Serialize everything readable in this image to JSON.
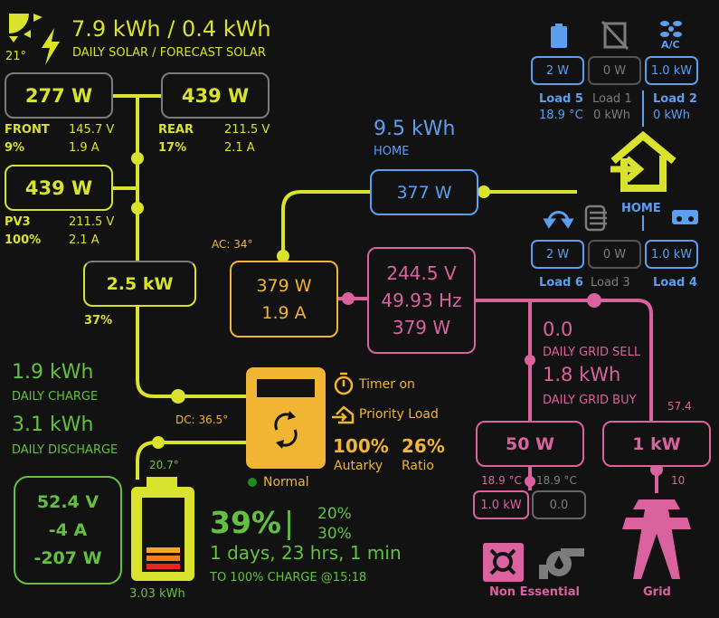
{
  "colors": {
    "solar": "#d9e22c",
    "battery": "#64c13f",
    "inverter": "#f0b532",
    "grid": "#d9629f",
    "load": "#5d9fef",
    "inactive": "#7c7c7c"
  },
  "solar": {
    "weather_temp": "21°",
    "daily_summary": "7.9 kWh / 0.4 kWh",
    "daily_label": "DAILY SOLAR / FORECAST SOLAR",
    "pv1": {
      "power": "277 W",
      "name": "FRONT",
      "percent": "9%",
      "voltage": "145.7 V",
      "current": "1.9 A"
    },
    "pv2": {
      "power": "439 W",
      "name": "REAR",
      "percent": "17%",
      "voltage": "211.5 V",
      "current": "2.1 A"
    },
    "pv3": {
      "power": "439 W",
      "name": "PV3",
      "percent": "100%",
      "voltage": "211.5 V",
      "current": "2.1 A"
    },
    "total": {
      "power": "2.5 kW",
      "percent": "37%"
    }
  },
  "home": {
    "daily": "9.5 kWh",
    "daily_label": "HOME",
    "power": "377 W",
    "label": "HOME",
    "loads_top": [
      {
        "power": "2 W",
        "name": "Load 5",
        "extra": "18.9 °C",
        "icon": "battery-icon"
      },
      {
        "power": "0 W",
        "name": "Load 1",
        "extra": "0 kWh",
        "icon": "dishwasher-off-icon"
      },
      {
        "power": "1.0 kW",
        "name": "Load 2",
        "extra": "0 kWh",
        "icon": "air-conditioner-icon",
        "icon_label": "A/C"
      }
    ],
    "loads_bottom": [
      {
        "power": "2 W",
        "name": "Load 6",
        "icon": "refresh-arrows-icon"
      },
      {
        "power": "0 W",
        "name": "Load 3",
        "icon": "heater-icon"
      },
      {
        "power": "1.0 kW",
        "name": "Load 4",
        "icon": "radio-icon"
      }
    ]
  },
  "inverter": {
    "ac_temp": "AC: 34°",
    "dc_temp": "DC: 36.5°",
    "power": "379 W",
    "current": "1.9 A",
    "status": "Normal",
    "timer": "Timer on",
    "priority": "Priority Load",
    "autarky_value": "100%",
    "autarky_label": "Autarky",
    "ratio_value": "26%",
    "ratio_label": "Ratio"
  },
  "grid_ac": {
    "voltage": "244.5 V",
    "frequency": "49.93 Hz",
    "power": "379 W"
  },
  "grid": {
    "sell_value": "0.0",
    "sell_label": "DAILY GRID SELL",
    "buy_value": "1.8 kWh",
    "buy_label": "DAILY GRID BUY",
    "power": "1 kW",
    "top_value": "57.4",
    "bottom_value": "10",
    "label": "Grid",
    "non_essential": {
      "power": "50 W",
      "label": "Non Essential",
      "load1": {
        "temp": "18.9 °C",
        "power": "1.0 kW"
      },
      "load2": {
        "temp": "18.9 °C",
        "power": "0.0"
      }
    }
  },
  "battery": {
    "daily_charge": "1.9 kWh",
    "daily_charge_label": "DAILY CHARGE",
    "daily_discharge": "3.1 kWh",
    "daily_discharge_label": "DAILY DISCHARGE",
    "voltage": "52.4 V",
    "current": "-4 A",
    "power": "-207 W",
    "temp": "20.7°",
    "energy": "3.03 kWh",
    "soc": "39%",
    "separator": "|",
    "shutdown_soc": "20%",
    "min_soc": "30%",
    "duration": "1 days, 23 hrs, 1 min",
    "charge_time": "TO 100% CHARGE @15:18",
    "soc_fraction": 0.39
  }
}
